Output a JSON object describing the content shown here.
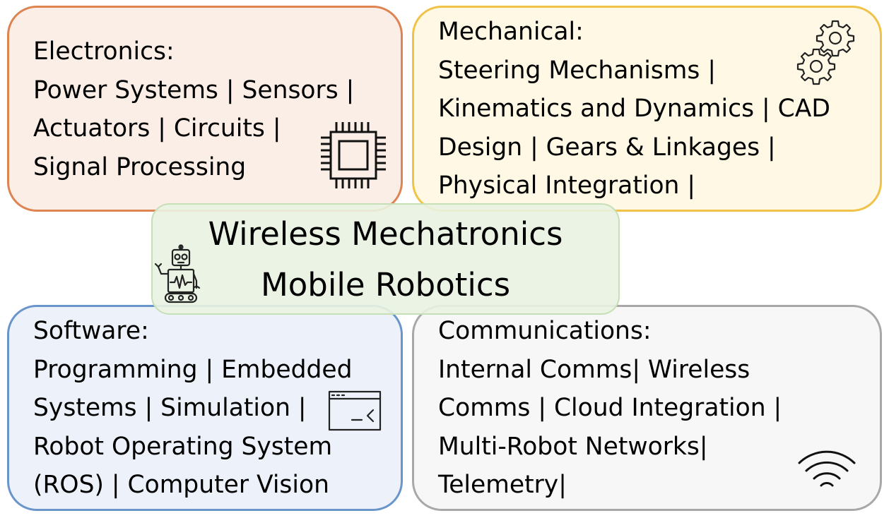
{
  "electronics": {
    "lines": [
      "Electronics:",
      "Power Systems | Sensors |",
      "Actuators | Circuits |",
      "Signal Processing"
    ],
    "icon": "chip-icon",
    "color": "#dd8452"
  },
  "mechanical": {
    "lines": [
      "Mechanical:",
      "Steering Mechanisms |",
      "Kinematics and Dynamics | CAD",
      "Design | Gears & Linkages |",
      "Physical Integration |"
    ],
    "icon": "gears-icon",
    "color": "#f0c348"
  },
  "center": {
    "lines": [
      "Wireless Mechatronics",
      "Mobile Robotics"
    ],
    "icon": "robot-icon",
    "color": "#c6dfb6"
  },
  "software": {
    "lines": [
      "Software:",
      "Programming | Embedded",
      "Systems | Simulation |",
      "Robot Operating System",
      "(ROS) | Computer Vision"
    ],
    "icon": "terminal-window-icon",
    "color": "#6a95cb"
  },
  "communications": {
    "lines": [
      "Communications:",
      "Internal Comms|  Wireless",
      "Comms | Cloud Integration |",
      "Multi-Robot Networks|",
      "Telemetry|"
    ],
    "icon": "wifi-icon",
    "color": "#a8a8a8"
  }
}
